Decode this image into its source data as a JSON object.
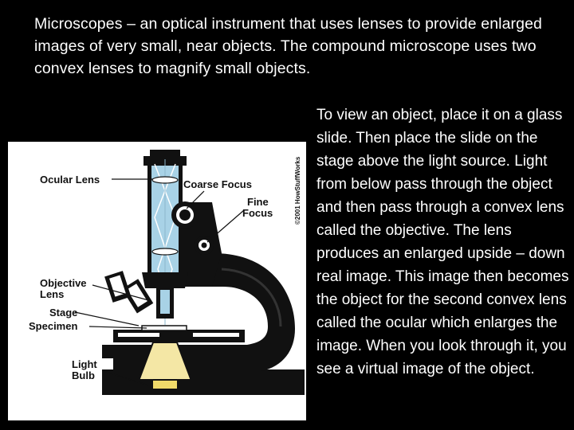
{
  "title": "Microscopes – an optical instrument that uses lenses to provide enlarged images of very small, near objects.  The compound microscope uses two convex lenses to magnify small objects.",
  "description": "To view an object, place it on a glass slide. Then place the slide on the stage above the light source.  Light from below pass through the object and then pass through a convex lens called the objective.  The lens produces an enlarged upside – down real image. This image then becomes the object for the second convex lens called the ocular which enlarges the image. When you look through it, you see a virtual image of the object.",
  "diagram": {
    "labels": {
      "ocular_lens": "Ocular Lens",
      "coarse_focus": "Coarse Focus",
      "fine_focus_1": "Fine",
      "fine_focus_2": "Focus",
      "objective_lens_1": "Objective",
      "objective_lens_2": "Lens",
      "stage": "Stage",
      "specimen": "Specimen",
      "light_bulb_1": "Light",
      "light_bulb_2": "Bulb"
    },
    "copyright": "©2001 HowStuffWorks"
  }
}
